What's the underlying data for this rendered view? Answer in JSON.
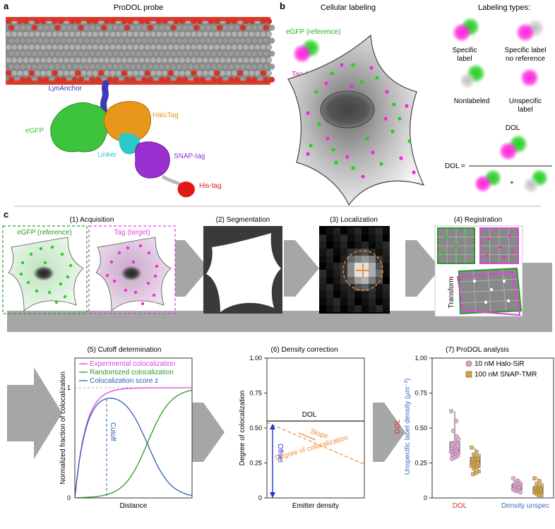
{
  "panels": {
    "a": "a",
    "b": "b",
    "c": "c"
  },
  "panel_a": {
    "title": "ProDOL probe",
    "labels": {
      "lyn": "LynAnchor",
      "egfp": "eGFP",
      "halo": "HaloTag",
      "linker": "Linker",
      "snap": "SNAP-tag",
      "his": "His-tag"
    },
    "colors": {
      "membrane_grey": "#8c8c8c",
      "membrane_red": "#e0301e",
      "lyn": "#3b3bb5",
      "egfp": "#3cc43c",
      "halo": "#e8961c",
      "linker": "#2cc7c7",
      "snap": "#9b2fd0",
      "his": "#e01818"
    }
  },
  "panel_b": {
    "title": "Cellular labeling",
    "egfp_label": "eGFP (reference)",
    "tag_label": "Tag (target)",
    "types_title": "Labeling types:",
    "types": [
      {
        "l1": "Specific",
        "l2": "label"
      },
      {
        "l1": "Specific label",
        "l2": "no reference"
      },
      {
        "l1": "Nonlabeled",
        "l2": ""
      },
      {
        "l1": "Unspecific",
        "l2": "label"
      }
    ],
    "dol_title": "DOL",
    "dol_eq": "DOL =",
    "plus": "+",
    "colors": {
      "green": "#22d022",
      "magenta": "#ff22dd"
    }
  },
  "panel_c": {
    "steps": {
      "s1": "(1) Acquisition",
      "s2": "(2) Segmentation",
      "s3": "(3) Localization",
      "s4": "(4) Registration",
      "s5": "(5) Cutoff determination",
      "s6": "(6) Density correction",
      "s7": "(7) ProDOL analysis"
    },
    "acq_egfp": "eGFP (reference)",
    "acq_tag": "Tag (target)",
    "transform": "Transform"
  },
  "chart_data": [
    {
      "type": "line",
      "xlabel": "Distance",
      "ylabel": "Normalized fraction of colocalization",
      "ylim": [
        0,
        1
      ],
      "yticks": [
        "0",
        "1"
      ],
      "series": [
        {
          "name": "Experimental colocalization",
          "color": "#e040e0"
        },
        {
          "name": "Randomized colocalization",
          "color": "#2a9a2a"
        },
        {
          "name": "Colocalization score z",
          "color": "#2f5fb0"
        }
      ],
      "annotations": [
        "Cutoff"
      ]
    },
    {
      "type": "line",
      "xlabel": "Emitter density",
      "ylabel": "Degree of colocalization",
      "ylim": [
        0,
        1
      ],
      "yticks": [
        "0",
        "0.25",
        "0.50",
        "0.75",
        "1.00"
      ],
      "dol_level": 0.55,
      "trend_start": 0.54,
      "trend_end": 0.24,
      "series": [
        {
          "name": "DOL",
          "color": "#222222"
        },
        {
          "name": "Degree of colocalization",
          "color": "#f08c32"
        }
      ],
      "annotations": [
        "Slope",
        "Offset"
      ]
    },
    {
      "type": "scatter",
      "categories": [
        "DOL",
        "Density unspec"
      ],
      "category_colors": [
        "#d8332a",
        "#3b6fc0"
      ],
      "ylabel_primary": "DOL",
      "ylabel_secondary": "Unspecific label density (μm⁻²)",
      "ylim": [
        0,
        1
      ],
      "yticks": [
        "0",
        "0.25",
        "0.50",
        "0.75",
        "1.00"
      ],
      "series": [
        {
          "name": "10 nM Halo-SiR",
          "color": "#e0a0d0",
          "dol_values": [
            0.62,
            0.55,
            0.48,
            0.42,
            0.4,
            0.38,
            0.37,
            0.36,
            0.35,
            0.34,
            0.34,
            0.33,
            0.33,
            0.32,
            0.32,
            0.31,
            0.3,
            0.3,
            0.29,
            0.28,
            0.44
          ],
          "unspec_values": [
            0.14,
            0.12,
            0.11,
            0.1,
            0.09,
            0.09,
            0.08,
            0.08,
            0.07,
            0.07,
            0.06,
            0.06,
            0.05,
            0.05,
            0.04,
            0.1
          ]
        },
        {
          "name": "100 nM SNAP-TMR",
          "color": "#e0a030",
          "dol_values": [
            0.36,
            0.33,
            0.31,
            0.3,
            0.29,
            0.28,
            0.28,
            0.27,
            0.26,
            0.25,
            0.24,
            0.23,
            0.22,
            0.21,
            0.19,
            0.18,
            0.17
          ],
          "unspec_values": [
            0.14,
            0.12,
            0.1,
            0.09,
            0.08,
            0.07,
            0.06,
            0.06,
            0.05,
            0.05,
            0.04,
            0.04,
            0.03,
            0.03,
            0.02,
            0.02
          ]
        }
      ]
    }
  ]
}
